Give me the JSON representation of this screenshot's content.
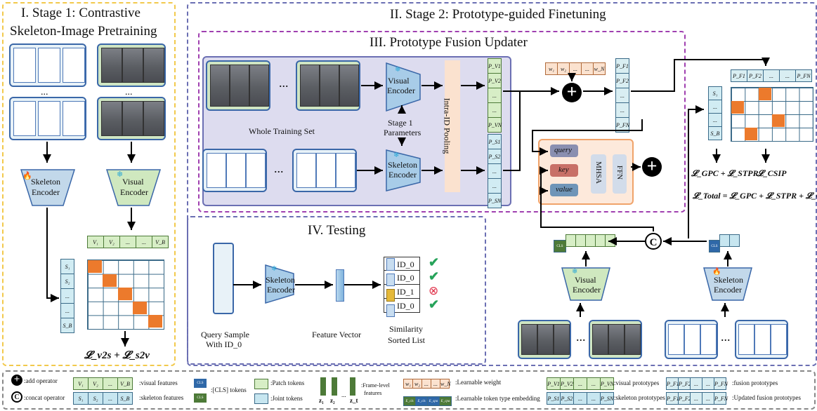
{
  "stage1": {
    "title_l1": "I. Stage 1: Contrastive",
    "title_l2": "Skeleton-Image Pretraining",
    "skeleton_encoder": [
      "Skeleton",
      "Encoder"
    ],
    "visual_encoder": [
      "Visual",
      "Encoder"
    ],
    "dots": "...",
    "v_tokens": [
      "V₁",
      "V₂",
      "...",
      "...",
      "V_B"
    ],
    "s_tokens": [
      "S₁",
      "S₂",
      "...",
      "...",
      "S_B"
    ],
    "loss": "𝓛_v2s + 𝓛_s2v"
  },
  "stage2": {
    "title": "II. Stage 2: Prototype-guided Finetuning"
  },
  "stage3": {
    "title": "III. Prototype Fusion Updater",
    "whole_training_set": "Whole Training Set",
    "visual_encoder": [
      "Visual",
      "Encoder"
    ],
    "skeleton_encoder": [
      "Skeleton",
      "Encoder"
    ],
    "stage1_params": [
      "Stage 1",
      "Parameters"
    ],
    "intra_id_pooling": "Intra-ID Pooling",
    "pv": [
      "P_V1",
      "P_V2",
      "...",
      "...",
      "P_VN"
    ],
    "ps": [
      "P_S1",
      "P_S2",
      "...",
      "...",
      "P_SN"
    ],
    "weights": [
      "w₁",
      "w₂",
      "...",
      "...",
      "w_N"
    ],
    "pf": [
      "P_F1",
      "P_F2",
      "...",
      "...",
      "P_FN"
    ],
    "query": "query",
    "key": "key",
    "value": "value",
    "mhsa": "MHSA",
    "ffn": "FFN"
  },
  "right": {
    "s_col": [
      "S₁",
      "...",
      "...",
      "S_B"
    ],
    "pf_row": [
      "P_F1",
      "P_F2",
      "...",
      "...",
      "P_FN"
    ],
    "loss_gpc": "𝓛_GPC + 𝓛_STPR",
    "loss_csip": "𝓛_CSIP",
    "loss_total": "𝓛_Total = 𝓛_GPC + 𝓛_STPR + 𝓛_CSIP",
    "visual_encoder": [
      "Visual",
      "Encoder"
    ],
    "skeleton_encoder": [
      "Skeleton",
      "Encoder"
    ],
    "cls": "CLS",
    "concat": "C",
    "dots": "..."
  },
  "testing": {
    "title": "IV. Testing",
    "query_sample": [
      "Query Sample",
      "With ID_0"
    ],
    "skeleton_encoder": [
      "Skeleton",
      "Encoder"
    ],
    "feature_vector": "Feature Vector",
    "similarity": [
      "Similarity",
      "Sorted List"
    ],
    "ids": [
      "ID_0",
      "ID_0",
      "ID_1",
      "ID_0"
    ]
  },
  "legend": {
    "add_operator": ":add operator",
    "concat_operator": ":concat operator",
    "visual_features": ":visual features",
    "skeleton_features": ":skeleton features",
    "cls_tokens": ":[CLS] tokens",
    "patch_tokens": ":Patch tokens",
    "joint_tokens": ":Joint  tokens",
    "frame_level": [
      ":Frame-level",
      "features"
    ],
    "learnable_weight": ":Learnable weight",
    "learnable_token": ":Learnable token type embedding",
    "visual_prototypes": ":visual prototypes",
    "skeleton_prototypes": ":skeleton prototypes",
    "fusion_prototypes": ":fusion prototypes",
    "updated_fusion": ":Updated fusion prototypes",
    "z": [
      "z₁",
      "z₂",
      "...",
      "z_t"
    ],
    "v_row": [
      "V₁",
      "V₂",
      "...",
      "V_B"
    ],
    "s_row": [
      "S₁",
      "S₂",
      "...",
      "S_B"
    ],
    "w_row": [
      "w₁",
      "w₂",
      "...",
      "...",
      "w_N"
    ],
    "e_row": [
      "E_cls",
      "E_cls",
      "E_spa",
      "E_cpa"
    ],
    "pv_row": [
      "P_V1",
      "P_V2",
      "...",
      "...",
      "P_VN"
    ],
    "ps_row": [
      "P_S1",
      "P_S2",
      "...",
      "...",
      "P_SN"
    ],
    "pf_row": [
      "P_F1",
      "P_F2",
      "...",
      "...",
      "P_FN"
    ]
  },
  "colors": {
    "stage1_border": "#f2c94c",
    "stage2_border": "#6b6fb3",
    "stage3_border": "#a040b0",
    "testing_border": "#6b6fb3",
    "orange_cell": "#ec7a2c",
    "check": "#27a35a",
    "cross": "#e0334b"
  }
}
